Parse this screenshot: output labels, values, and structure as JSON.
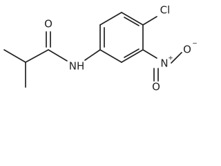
{
  "molecule": {
    "atoms": {
      "amide_oxygen": "O",
      "amide_nitrogen": "NH",
      "chlorine": "Cl",
      "nitro_nitrogen": "N",
      "nitro_nitrogen_charge": "+",
      "nitro_oxygen": "O",
      "nitro_oxygen_charge": "−"
    }
  }
}
